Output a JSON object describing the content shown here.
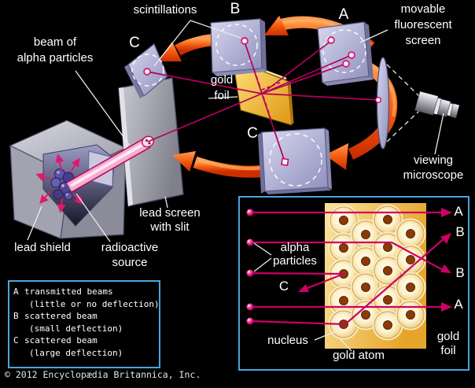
{
  "colors": {
    "background": "#000000",
    "panel_border_blue": "#4aa4dc",
    "beam_magenta": "#cc0066",
    "scatter_line": "#b4005c",
    "arrow_orange": "#f55c10",
    "gold": "#edb83a",
    "screen_lavender": "#b9b9dc",
    "label_white": "#ffffff"
  },
  "diagram": {
    "labels": {
      "scintillations": "scintillations",
      "marker_b": "B",
      "marker_a": "A",
      "movable_screen": "movable\nfluorescent\nscreen",
      "beam": "beam of\nalpha particles",
      "marker_c_top": "C",
      "gold_foil": "gold\nfoil",
      "marker_c_mid": "C",
      "viewing_microscope": "viewing\nmicroscope",
      "lead_screen": "lead screen\nwith slit",
      "lead_shield": "lead shield",
      "radioactive_source": "radioactive\nsource"
    }
  },
  "legend": {
    "items": [
      {
        "key": "A",
        "name": "transmitted beams",
        "detail": "(little or no deflection)"
      },
      {
        "key": "B",
        "name": "scattered beam",
        "detail": "(small deflection)"
      },
      {
        "key": "C",
        "name": "scattered beam",
        "detail": "(large deflection)"
      }
    ]
  },
  "copyright": "© 2012 Encyclopædia Britannica, Inc.",
  "inset": {
    "labels": {
      "alpha_particles": "alpha\nparticles",
      "marker_c": "C",
      "nucleus": "nucleus",
      "gold_atom": "gold atom",
      "gold_foil": "gold\nfoil"
    },
    "exit_labels": [
      "A",
      "B",
      "B",
      "A"
    ]
  }
}
